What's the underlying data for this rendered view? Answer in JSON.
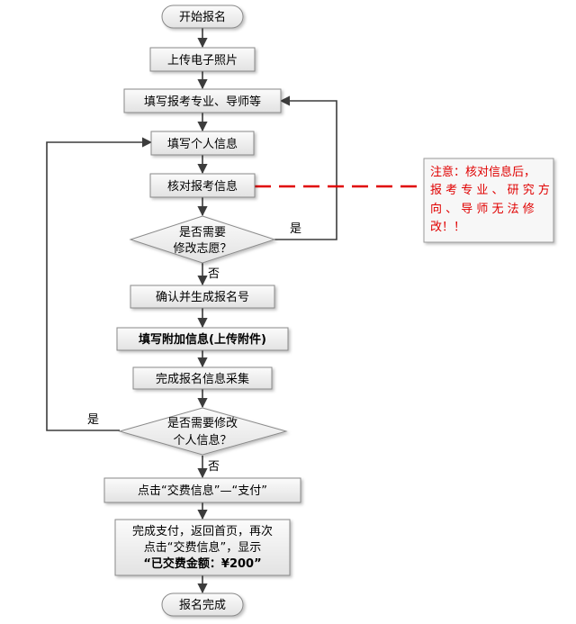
{
  "nodes": {
    "start": "开始报名",
    "upload_photo": "上传电子照片",
    "fill_major": "填写报考专业、导师等",
    "fill_personal": "填写个人信息",
    "verify": "核对报考信息",
    "decision_change_choice": [
      "是否需要",
      "修改志愿？"
    ],
    "confirm": "确认并生成报名号",
    "fill_attach": "填写附加信息(上传附件)",
    "complete_collect": "完成报名信息采集",
    "decision_change_personal": [
      "是否需要修改",
      "个人信息？"
    ],
    "click_pay": "点击“交费信息”—“支付”",
    "complete_pay": [
      "完成支付，返回首页，再次",
      "点击“交费信息”，显示",
      "“已交费金额：¥200”"
    ],
    "end": "报名完成"
  },
  "labels": {
    "yes1": "是",
    "no1": "否",
    "yes2": "是",
    "no2": "否"
  },
  "note": [
    "注意：核对信息后，",
    "报 考 专 业 、 研 究 方",
    "向 、 导 师 无 法 修",
    "改！！"
  ],
  "colors": {
    "box_fill": "#f0f0f0",
    "box_stroke": "#8a8a8a",
    "line": "#3c3c3c",
    "note_dash": "#e00000",
    "note_text": "#e00000"
  }
}
